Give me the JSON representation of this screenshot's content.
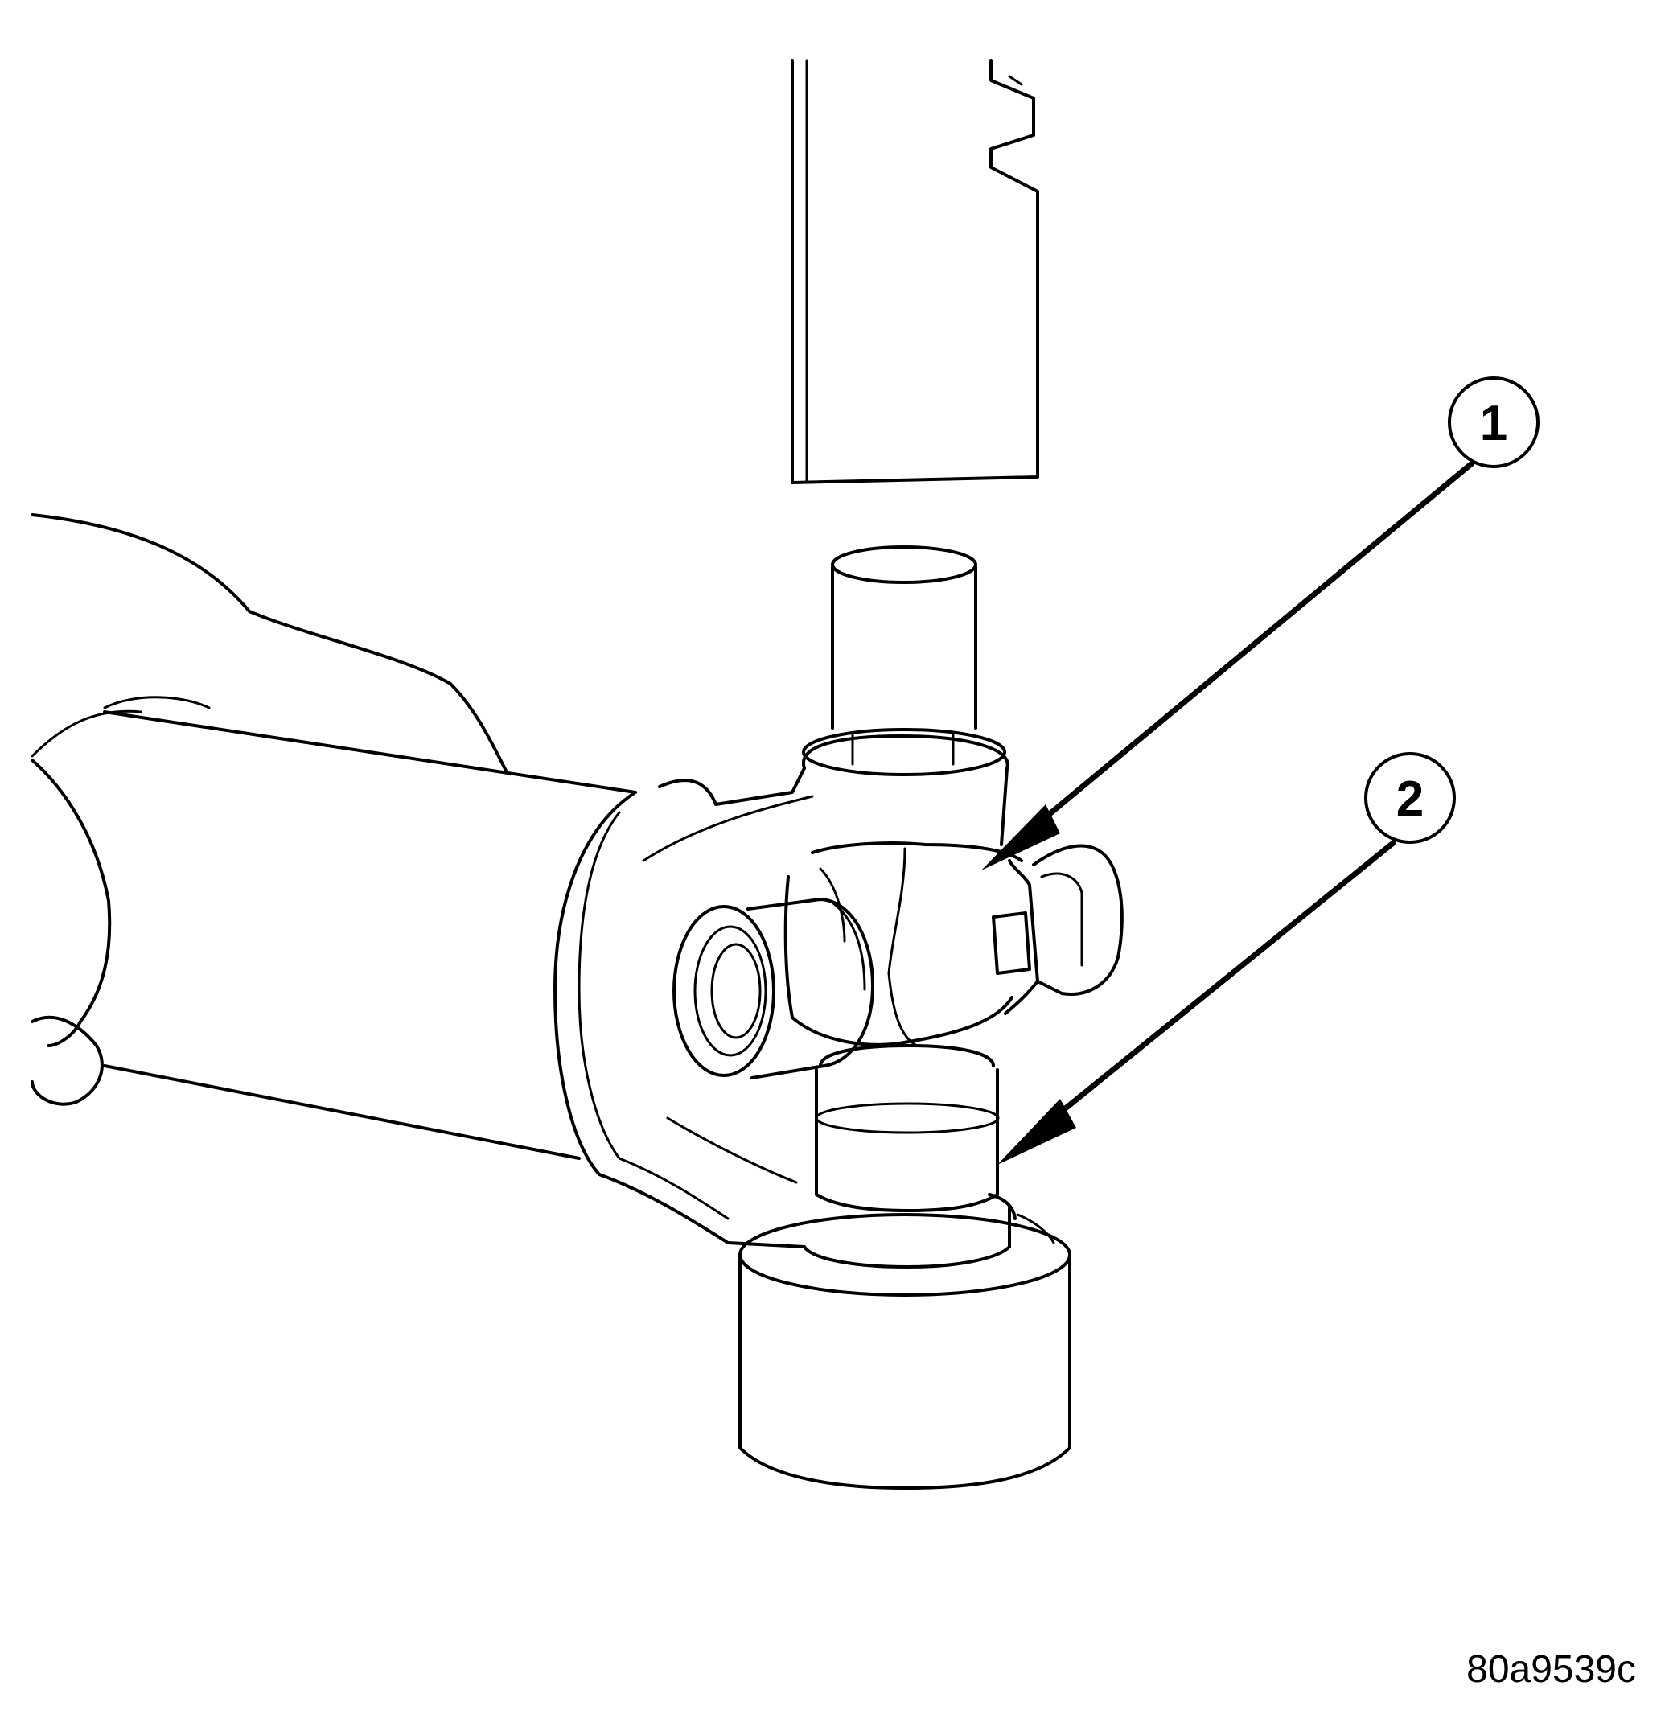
{
  "figure": {
    "callouts": [
      {
        "number": "1"
      },
      {
        "number": "2"
      }
    ],
    "figure_code": "80a9539c"
  }
}
